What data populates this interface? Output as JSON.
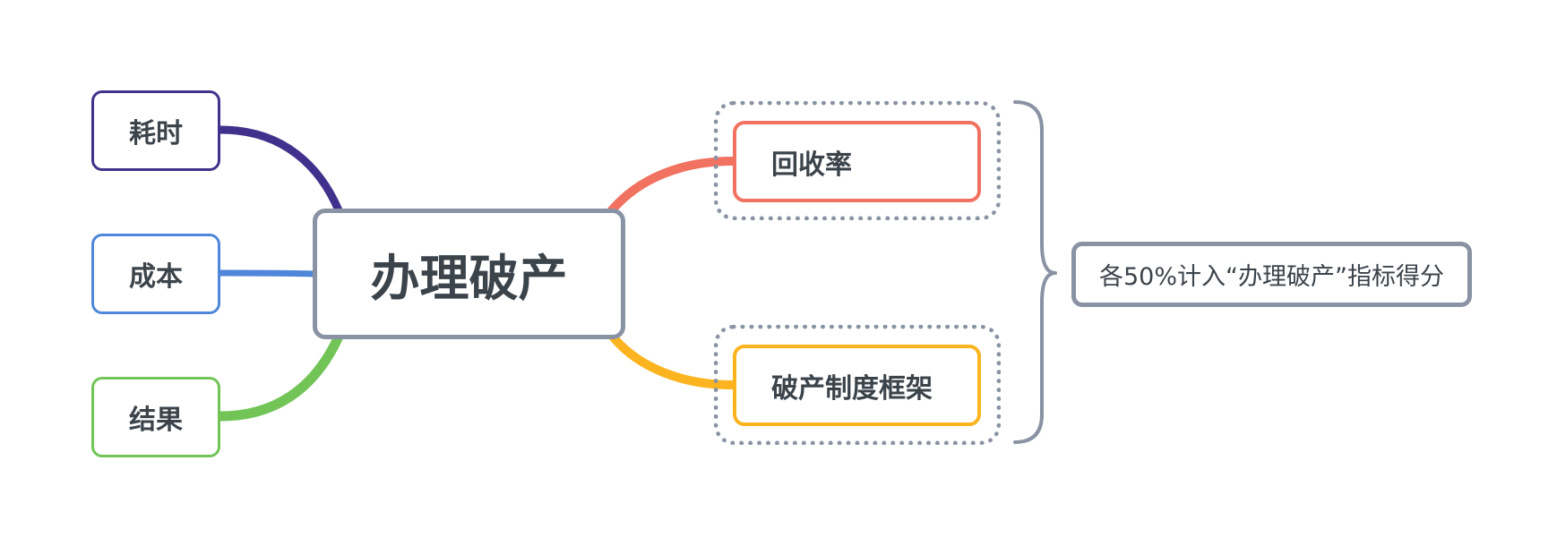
{
  "central_topic": {
    "label": "办理破产"
  },
  "left_branches": [
    {
      "label": "耗时",
      "color": "#41318c"
    },
    {
      "label": "成本",
      "color": "#4f86d9"
    },
    {
      "label": "结果",
      "color": "#72c457"
    }
  ],
  "right_branches": [
    {
      "label": "回收率",
      "color": "#f27262"
    },
    {
      "label": "破产制度框架",
      "color": "#fbb41f"
    }
  ],
  "summary": {
    "label": "各50%计入“办理破产”指标得分",
    "color": "#8a93a3"
  },
  "colors": {
    "text": "#3b434b",
    "central_border": "#8a93a3",
    "background": "#ffffff"
  }
}
